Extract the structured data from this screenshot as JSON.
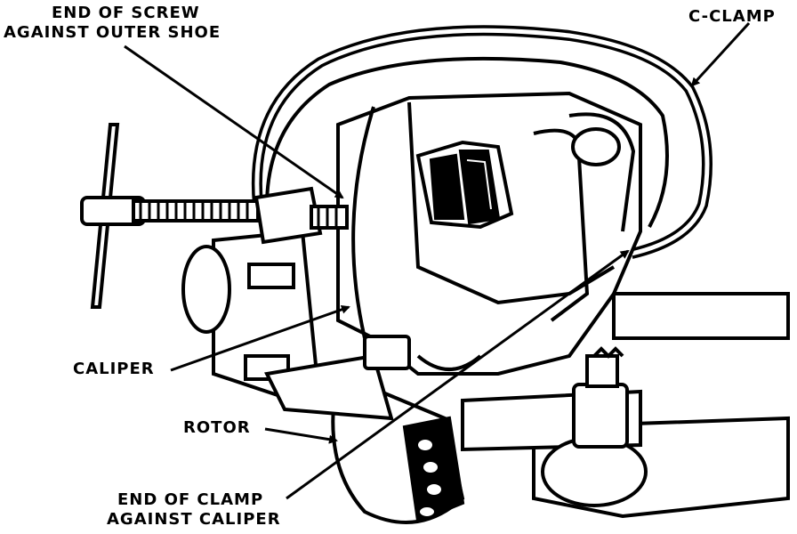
{
  "labels": {
    "screw": {
      "line1": "END OF SCREW",
      "line2": "AGAINST OUTER SHOE"
    },
    "cclamp": "C-CLAMP",
    "caliper": "CALIPER",
    "rotor": "ROTOR",
    "clamp_end": {
      "line1": "END OF CLAMP",
      "line2": "AGAINST CALIPER"
    }
  },
  "colors": {
    "ink": "#000000",
    "paper": "#ffffff"
  }
}
